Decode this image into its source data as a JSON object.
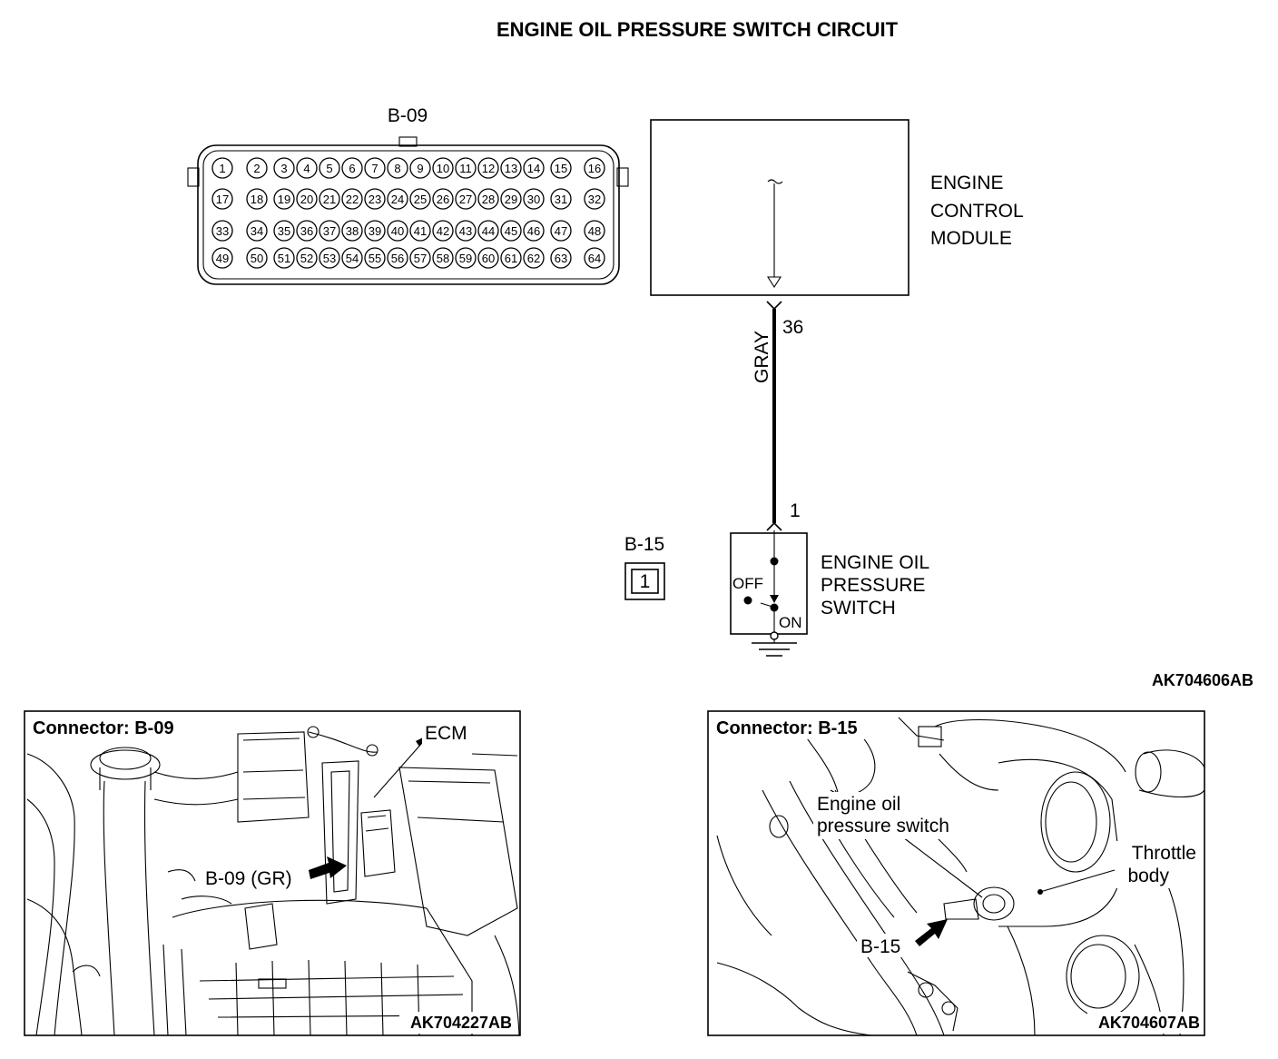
{
  "title": "ENGINE OIL PRESSURE SWITCH CIRCUIT",
  "figure_code": "AK704606AB",
  "connector_b09": {
    "label": "B-09",
    "pins": [
      "1",
      "2",
      "3",
      "4",
      "5",
      "6",
      "7",
      "8",
      "9",
      "10",
      "11",
      "12",
      "13",
      "14",
      "15",
      "16",
      "17",
      "18",
      "19",
      "20",
      "21",
      "22",
      "23",
      "24",
      "25",
      "26",
      "27",
      "28",
      "29",
      "30",
      "31",
      "32",
      "33",
      "34",
      "35",
      "36",
      "37",
      "38",
      "39",
      "40",
      "41",
      "42",
      "43",
      "44",
      "45",
      "46",
      "47",
      "48",
      "49",
      "50",
      "51",
      "52",
      "53",
      "54",
      "55",
      "56",
      "57",
      "58",
      "59",
      "60",
      "61",
      "62",
      "63",
      "64"
    ]
  },
  "ecm": {
    "label_lines": [
      "ENGINE",
      "CONTROL",
      "MODULE"
    ],
    "pin": "36"
  },
  "wire": {
    "color_label": "GRAY"
  },
  "switch": {
    "connector_label": "B-15",
    "connector_pin_box": "1",
    "pin": "1",
    "label_lines": [
      "ENGINE OIL",
      "PRESSURE",
      "SWITCH"
    ],
    "off_label": "OFF",
    "on_label": "ON"
  },
  "photo_left": {
    "heading": "Connector: B-09",
    "ecm_label": "ECM",
    "callout": "B-09 (GR)",
    "code": "AK704227AB"
  },
  "photo_right": {
    "heading": "Connector: B-15",
    "switch_label_lines": [
      "Engine oil",
      "pressure switch"
    ],
    "throttle_label_lines": [
      "Throttle",
      "body"
    ],
    "callout": "B-15",
    "code": "AK704607AB"
  }
}
